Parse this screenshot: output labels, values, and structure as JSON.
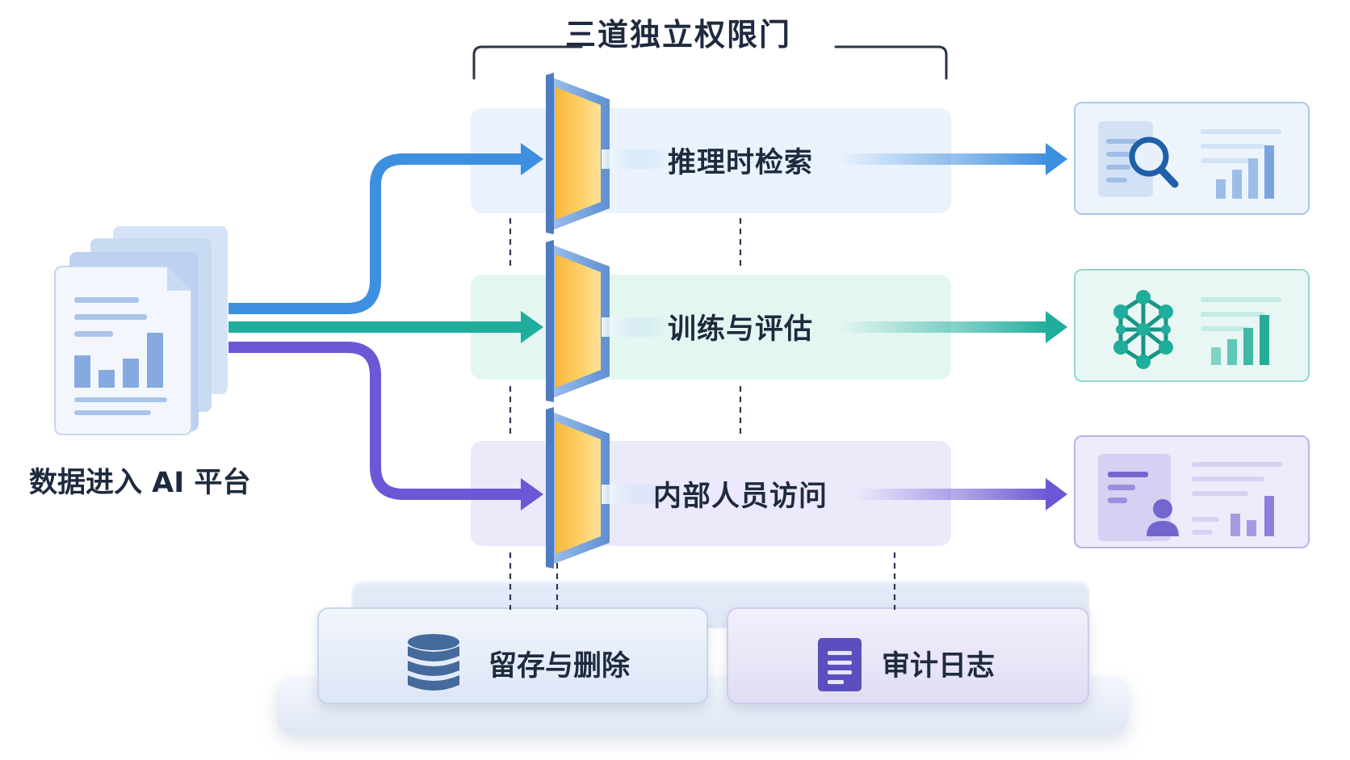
{
  "title": "三道独立权限门",
  "source": {
    "label": "数据进入 AI 平台",
    "icon": "document-stack-icon"
  },
  "gates": [
    {
      "label": "推理时检索",
      "color": "#3d8fe0",
      "output_icon": "search-report-icon"
    },
    {
      "label": "训练与评估",
      "color": "#1fae9c",
      "output_icon": "network-graph-icon"
    },
    {
      "label": "内部人员访问",
      "color": "#6a58d6",
      "output_icon": "user-profile-report-icon"
    }
  ],
  "storage": [
    {
      "label": "留存与删除",
      "icon": "database-icon"
    },
    {
      "label": "审计日志",
      "icon": "log-document-icon"
    }
  ]
}
